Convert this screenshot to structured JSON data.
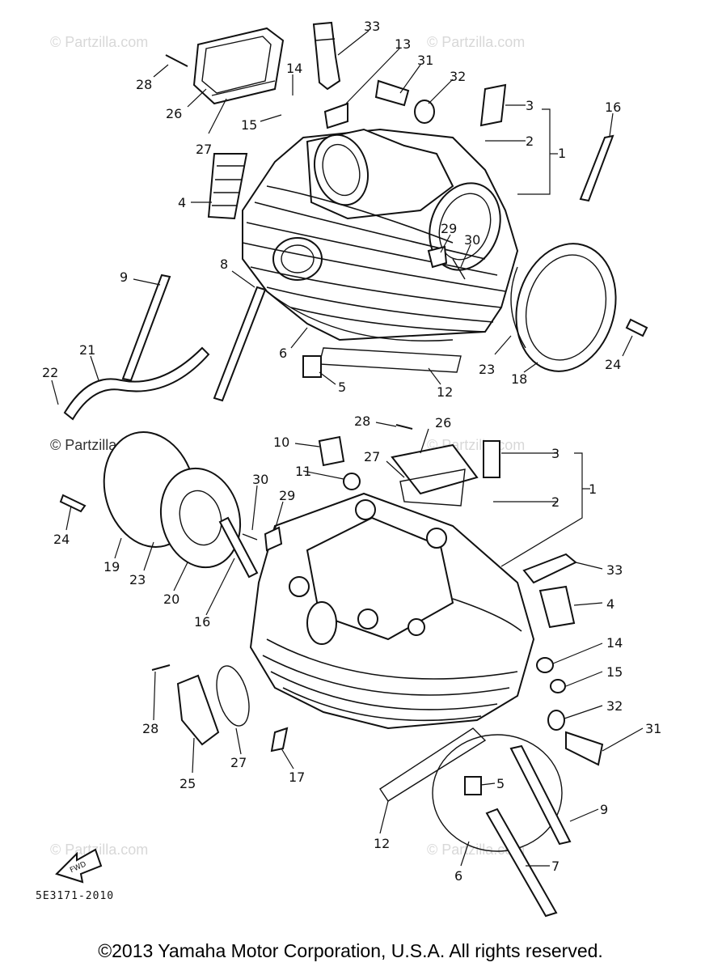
{
  "watermarks": [
    "© Partzilla.com",
    "© Partzilla.com",
    "© Partzilla.com",
    "© Partzilla.com",
    "© Partzilla.com",
    "© Partzilla.com"
  ],
  "drawing_code": "5E3171-2010",
  "copyright": "©2013 Yamaha Motor Corporation, U.S.A. All rights reserved.",
  "fwd_arrow_label": "FWD",
  "callouts": {
    "upper": [
      "33",
      "13",
      "31",
      "32",
      "3",
      "2",
      "1",
      "16",
      "28",
      "26",
      "27",
      "14",
      "15",
      "4",
      "29",
      "30",
      "9",
      "8",
      "6",
      "23",
      "18",
      "24",
      "21",
      "22",
      "5",
      "12"
    ],
    "lower": [
      "28",
      "26",
      "10",
      "27",
      "3",
      "11",
      "2",
      "1",
      "30",
      "29",
      "24",
      "19",
      "23",
      "20",
      "16",
      "33",
      "4",
      "14",
      "15",
      "32",
      "31",
      "28",
      "27",
      "25",
      "17",
      "5",
      "9",
      "12",
      "6",
      "7"
    ]
  }
}
